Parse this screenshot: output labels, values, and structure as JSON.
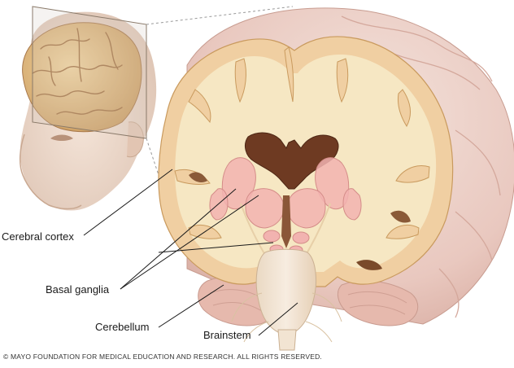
{
  "labels": {
    "cerebral_cortex": "Cerebral cortex",
    "basal_ganglia": "Basal ganglia",
    "cerebellum": "Cerebellum",
    "brainstem": "Brainstem"
  },
  "copyright": "© MAYO FOUNDATION FOR MEDICAL EDUCATION AND RESEARCH. ALL RIGHTS RESERVED.",
  "colors": {
    "white_matter": "#f6e7c3",
    "gray_matter": "#f0cfa2",
    "basal_ganglia": "#f2b3b0",
    "ventricle": "#6e3a22",
    "outer_brain": "#efd6cf",
    "head_skin": "#efd9c9"
  }
}
